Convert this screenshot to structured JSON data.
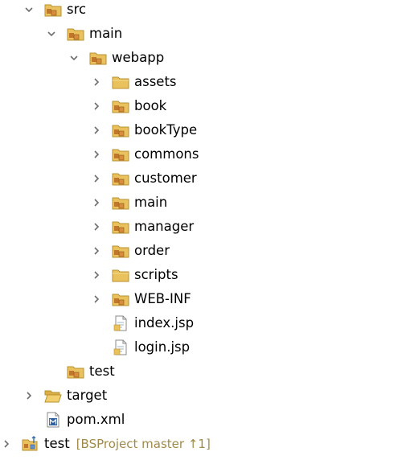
{
  "tree": {
    "items": [
      {
        "label": "src",
        "expanded": true,
        "twisty": true,
        "icon": "package-folder-icon"
      },
      {
        "label": "main",
        "expanded": true,
        "twisty": true,
        "icon": "package-folder-icon"
      },
      {
        "label": "webapp",
        "expanded": true,
        "twisty": true,
        "icon": "package-folder-icon"
      },
      {
        "label": "assets",
        "expanded": false,
        "twisty": true,
        "icon": "folder-icon"
      },
      {
        "label": "book",
        "expanded": false,
        "twisty": true,
        "icon": "package-folder-icon"
      },
      {
        "label": "bookType",
        "expanded": false,
        "twisty": true,
        "icon": "package-folder-icon"
      },
      {
        "label": "commons",
        "expanded": false,
        "twisty": true,
        "icon": "package-folder-icon"
      },
      {
        "label": "customer",
        "expanded": false,
        "twisty": true,
        "icon": "package-folder-icon"
      },
      {
        "label": "main",
        "expanded": false,
        "twisty": true,
        "icon": "package-folder-icon"
      },
      {
        "label": "manager",
        "expanded": false,
        "twisty": true,
        "icon": "package-folder-icon"
      },
      {
        "label": "order",
        "expanded": false,
        "twisty": true,
        "icon": "package-folder-icon"
      },
      {
        "label": "scripts",
        "expanded": false,
        "twisty": true,
        "icon": "folder-icon"
      },
      {
        "label": "WEB-INF",
        "expanded": false,
        "twisty": true,
        "icon": "package-folder-icon"
      },
      {
        "label": "index.jsp",
        "expanded": false,
        "twisty": false,
        "icon": "jsp-file-icon"
      },
      {
        "label": "login.jsp",
        "expanded": false,
        "twisty": false,
        "icon": "jsp-file-icon"
      },
      {
        "label": "test",
        "expanded": false,
        "twisty": false,
        "icon": "package-folder-icon"
      },
      {
        "label": "target",
        "expanded": false,
        "twisty": true,
        "icon": "open-folder-icon"
      },
      {
        "label": "pom.xml",
        "expanded": false,
        "twisty": false,
        "icon": "maven-pom-icon"
      },
      {
        "label": "test",
        "expanded": false,
        "twisty": true,
        "icon": "java-project-icon",
        "decoration": "[BSProject master ↑1]"
      }
    ]
  },
  "colors": {
    "folder": "#e9c25d",
    "folder_dark": "#b9902f",
    "package": "#c0772b",
    "twisty": "#6e6e6e"
  }
}
